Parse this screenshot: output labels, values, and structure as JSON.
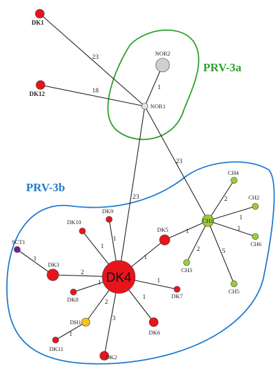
{
  "colors": {
    "red": "#e8141c",
    "grey": "#cfcfcf",
    "lightgrey": "#e2e2e2",
    "green": "#9acd32",
    "yellow": "#f5c518",
    "purple": "#7b1e8c",
    "group_a": "#2ca02c",
    "group_b": "#1f7ad1"
  },
  "groups": [
    {
      "id": "a",
      "label": "PRV-3a"
    },
    {
      "id": "b",
      "label": "PRV-3b"
    }
  ],
  "nodes": [
    {
      "id": "DK1",
      "label": "DK1",
      "color": "red"
    },
    {
      "id": "DK12",
      "label": "DK12",
      "color": "red"
    },
    {
      "id": "NOR2",
      "label": "NOR2",
      "color": "grey"
    },
    {
      "id": "NOR1",
      "label": "NOR1",
      "color": "lightgrey"
    },
    {
      "id": "DK4",
      "label": "DK4",
      "color": "red"
    },
    {
      "id": "CH1",
      "label": "CH1",
      "color": "green"
    },
    {
      "id": "CH4",
      "label": "CH4",
      "color": "green"
    },
    {
      "id": "CH2",
      "label": "CH2",
      "color": "green"
    },
    {
      "id": "CH6",
      "label": "CH6",
      "color": "green"
    },
    {
      "id": "CH3",
      "label": "CH3",
      "color": "green"
    },
    {
      "id": "CH5",
      "label": "CH5",
      "color": "green"
    },
    {
      "id": "DK9",
      "label": "DK9",
      "color": "red"
    },
    {
      "id": "DK10",
      "label": "DK10",
      "color": "red"
    },
    {
      "id": "DK5",
      "label": "DK5",
      "color": "red"
    },
    {
      "id": "SCT1",
      "label": "SCT1",
      "color": "purple"
    },
    {
      "id": "DK3",
      "label": "DK3",
      "color": "red"
    },
    {
      "id": "DK8",
      "label": "DK8",
      "color": "red"
    },
    {
      "id": "DK7",
      "label": "DK7",
      "color": "red"
    },
    {
      "id": "DH1",
      "label": "DH1",
      "color": "yellow"
    },
    {
      "id": "DK6",
      "label": "DK6",
      "color": "red"
    },
    {
      "id": "DK11",
      "label": "DK11",
      "color": "red"
    },
    {
      "id": "DK2",
      "label": "DK2",
      "color": "red"
    }
  ],
  "edges": [
    {
      "from": "DK1",
      "to": "NOR1",
      "label": "23"
    },
    {
      "from": "DK12",
      "to": "NOR1",
      "label": "18"
    },
    {
      "from": "NOR2",
      "to": "NOR1",
      "label": "1"
    },
    {
      "from": "NOR1",
      "to": "DK4",
      "label": "23"
    },
    {
      "from": "NOR1",
      "to": "CH1",
      "label": "23"
    },
    {
      "from": "CH1",
      "to": "CH4",
      "label": "2"
    },
    {
      "from": "CH1",
      "to": "CH2",
      "label": "1"
    },
    {
      "from": "CH1",
      "to": "CH6",
      "label": "1"
    },
    {
      "from": "CH1",
      "to": "CH3",
      "label": "2"
    },
    {
      "from": "CH1",
      "to": "CH5",
      "label": "5"
    },
    {
      "from": "DK5",
      "to": "CH1",
      "label": "1"
    },
    {
      "from": "DK4",
      "to": "DK9",
      "label": "1"
    },
    {
      "from": "DK4",
      "to": "DK10",
      "label": "1"
    },
    {
      "from": "DK4",
      "to": "DK5",
      "label": "1"
    },
    {
      "from": "SCT1",
      "to": "DK3",
      "label": "1"
    },
    {
      "from": "DK3",
      "to": "DK4",
      "label": "2"
    },
    {
      "from": "DK4",
      "to": "DK8",
      "label": "1"
    },
    {
      "from": "DK4",
      "to": "DK7",
      "label": "1"
    },
    {
      "from": "DK4",
      "to": "DH1",
      "label": "2"
    },
    {
      "from": "DK4",
      "to": "DK6",
      "label": "1"
    },
    {
      "from": "DH1",
      "to": "DK11",
      "label": "1"
    },
    {
      "from": "DK4",
      "to": "DK2",
      "label": "3"
    }
  ]
}
